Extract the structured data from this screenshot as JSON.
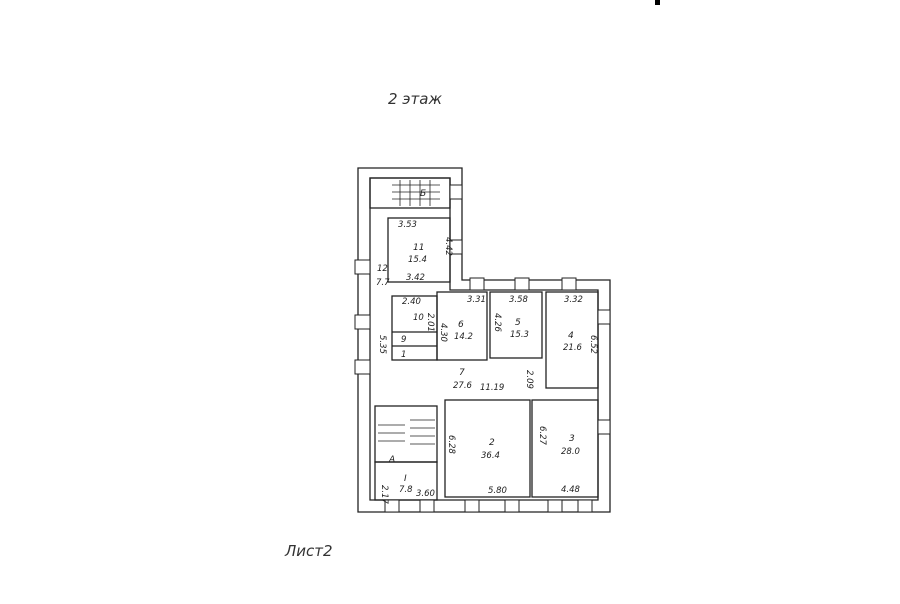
{
  "title": "2 этаж",
  "sheet": "Лист2",
  "stairs": {
    "b": "Б",
    "a": "А"
  },
  "rooms": [
    {
      "num": "11",
      "area": "15.4",
      "dims": [
        "3.53",
        "4.42",
        "3.42"
      ]
    },
    {
      "num": "12",
      "area": "7.7"
    },
    {
      "num": "10",
      "dims": [
        "2.40",
        "2.01"
      ]
    },
    {
      "num": "9"
    },
    {
      "num": "1"
    },
    {
      "num": "6",
      "area": "14.2",
      "dims": [
        "3.31",
        "4.30"
      ]
    },
    {
      "num": "5",
      "area": "15.3",
      "dims": [
        "3.58",
        "4.26"
      ]
    },
    {
      "num": "4",
      "area": "21.6",
      "dims": [
        "3.32",
        "6.52"
      ]
    },
    {
      "num": "7",
      "area": "27.6",
      "dims": [
        "11.19",
        "5.35",
        "2.09"
      ]
    },
    {
      "num": "2",
      "area": "36.4",
      "dims": [
        "6.28",
        "5.80"
      ]
    },
    {
      "num": "3",
      "area": "28.0",
      "dims": [
        "6.27",
        "4.48"
      ]
    },
    {
      "num": "I",
      "area": "7.8",
      "dims": [
        "2.17",
        "3.60"
      ]
    }
  ]
}
